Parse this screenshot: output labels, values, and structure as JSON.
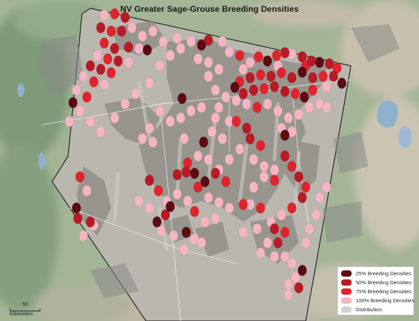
{
  "map": {
    "title": "NV Greater Sage-Grouse Breeding Densities",
    "legend": {
      "items": [
        {
          "label": "25% Breeding Densities",
          "color": "#5c0b12"
        },
        {
          "label": "50% Breeding Densities",
          "color": "#b81a26"
        },
        {
          "label": "75% Breeding Densities",
          "color": "#e0242e"
        },
        {
          "label": "100% Breeding Densities",
          "color": "#f3b6c2"
        },
        {
          "label": "Distribution",
          "color": "#d2d2d2"
        }
      ]
    },
    "scale_bar": {
      "value": "50",
      "unit": "Kilometers"
    },
    "colors": {
      "terrain_base": "#8fa78a",
      "terrain_alt": "#a8b89a",
      "desert": "#c9c2b0",
      "state_fill": "#b7b4ac",
      "distribution": "#8a8a86",
      "water": "#8fb1cd",
      "border": "#222222"
    }
  }
}
